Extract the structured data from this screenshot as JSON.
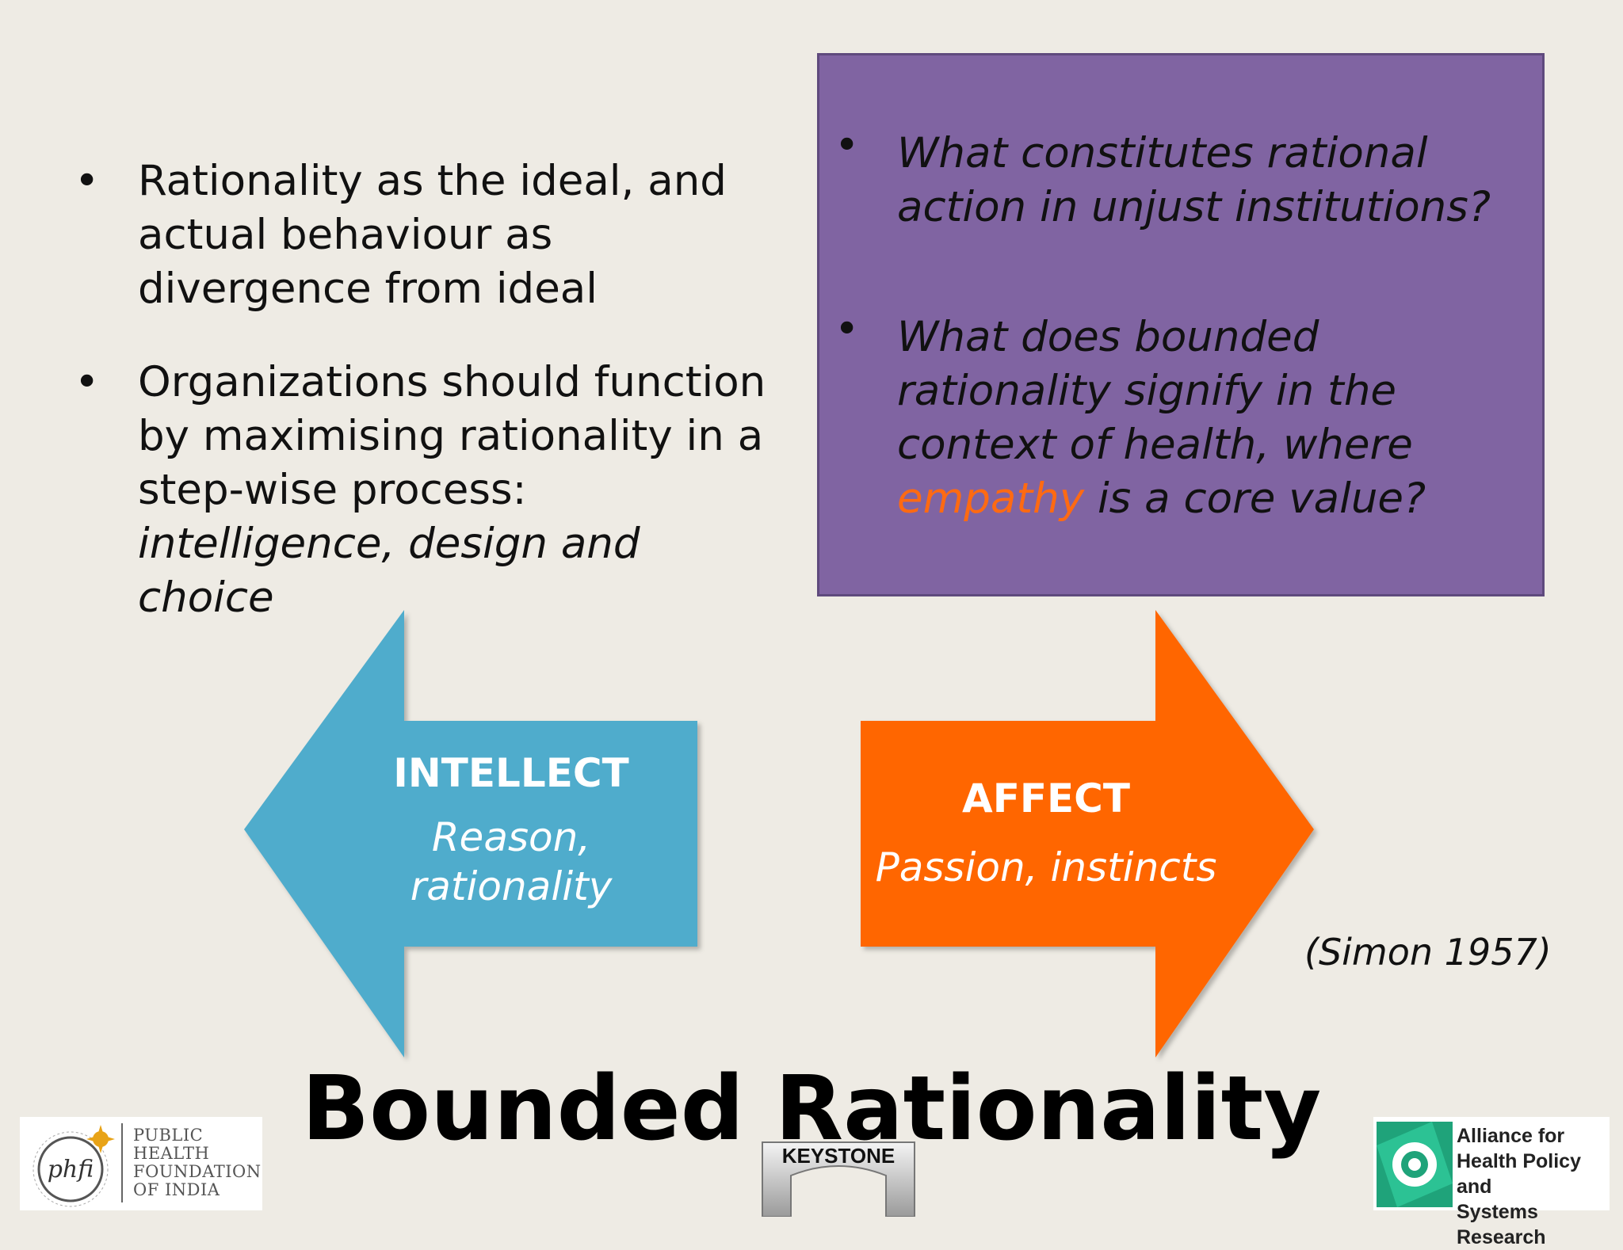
{
  "left_bullets": [
    {
      "text": "Rationality as the ideal, and actual behaviour as divergence from ideal"
    },
    {
      "text_before": "Organizations should function by maximising rationality in a step-wise process: ",
      "text_italic": "intelligence, design and choice"
    }
  ],
  "question_box": {
    "color": "#8064A2",
    "questions": [
      {
        "text": "What constitutes rational action in unjust institutions?"
      },
      {
        "text_before": "What does bounded rationality signify in the context of health, where ",
        "highlight": "empathy",
        "text_after": " is a core value?"
      }
    ],
    "highlight_color": "#FF6A12"
  },
  "arrows": {
    "left": {
      "title": "INTELLECT",
      "subtitle_line1": "Reason,",
      "subtitle_line2": "rationality",
      "color": "#4FACCC"
    },
    "right": {
      "title": "AFFECT",
      "subtitle": "Passion, instincts",
      "color": "#FF6600"
    }
  },
  "citation": "(Simon 1957)",
  "slide_title": "Bounded Rationality",
  "logos": {
    "left": {
      "lines": [
        "PUBLIC",
        "HEALTH",
        "FOUNDATION",
        "OF INDIA"
      ],
      "mark": "phfi"
    },
    "center": {
      "label": "KEYSTONE"
    },
    "right": {
      "lines": [
        "Alliance for",
        "Health Policy and",
        "Systems Research"
      ]
    }
  }
}
